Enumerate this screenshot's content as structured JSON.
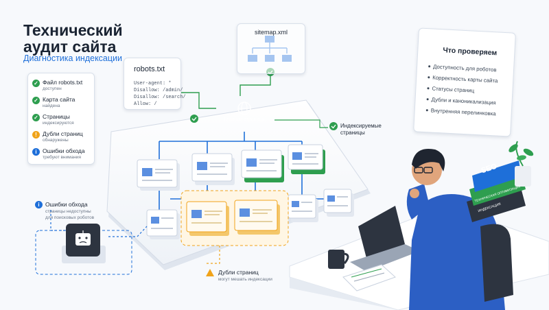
{
  "header": {
    "title_line1": "Технический",
    "title_line2": "аудит сайта",
    "subtitle": "Диагностика индексации"
  },
  "checklist": {
    "items": [
      {
        "title": "Файл robots.txt",
        "status": "доступен",
        "state": "ok"
      },
      {
        "title": "Карта сайта",
        "status": "найдена",
        "state": "ok"
      },
      {
        "title": "Страницы",
        "status": "индексируются",
        "state": "ok"
      },
      {
        "title": "Дубли страниц",
        "status": "обнаружены",
        "state": "warning"
      },
      {
        "title": "Ошибки обхода",
        "status": "требуют внимания",
        "state": "info"
      }
    ]
  },
  "robots": {
    "title": "robots.txt",
    "lines": [
      "User-agent: *",
      "Disallow: /admin/",
      "Disallow: /search/",
      "Allow: /"
    ]
  },
  "sitemap": {
    "title": "sitemap.xml"
  },
  "home": {
    "label": "Главная страница"
  },
  "indexed": {
    "line1": "Индексируемые",
    "line2": "страницы"
  },
  "crawl_errors": {
    "title": "Ошибки обхода",
    "line1": "страницы недоступны",
    "line2": "для поисковых роботов"
  },
  "duplicates": {
    "title": "Дубли страниц",
    "subtitle": "могут мешать индексации"
  },
  "check_panel": {
    "title": "Что проверяем",
    "items": [
      "Доступность для роботов",
      "Корректность карты сайта",
      "Статусы страниц",
      "Дубли и каноникализация",
      "Внутренняя перелинковка"
    ]
  },
  "books": {
    "top": "SEO",
    "middle": "ТЕХНИЧЕСКАЯ ОПТИМИЗАЦИЯ",
    "bottom": "ИНДЕКСАЦИЯ"
  },
  "colors": {
    "accent": "#1e6fd9",
    "ok": "#2e9e4f",
    "warning": "#f0a31a",
    "info": "#1e6fd9",
    "dark": "#2d3440"
  }
}
